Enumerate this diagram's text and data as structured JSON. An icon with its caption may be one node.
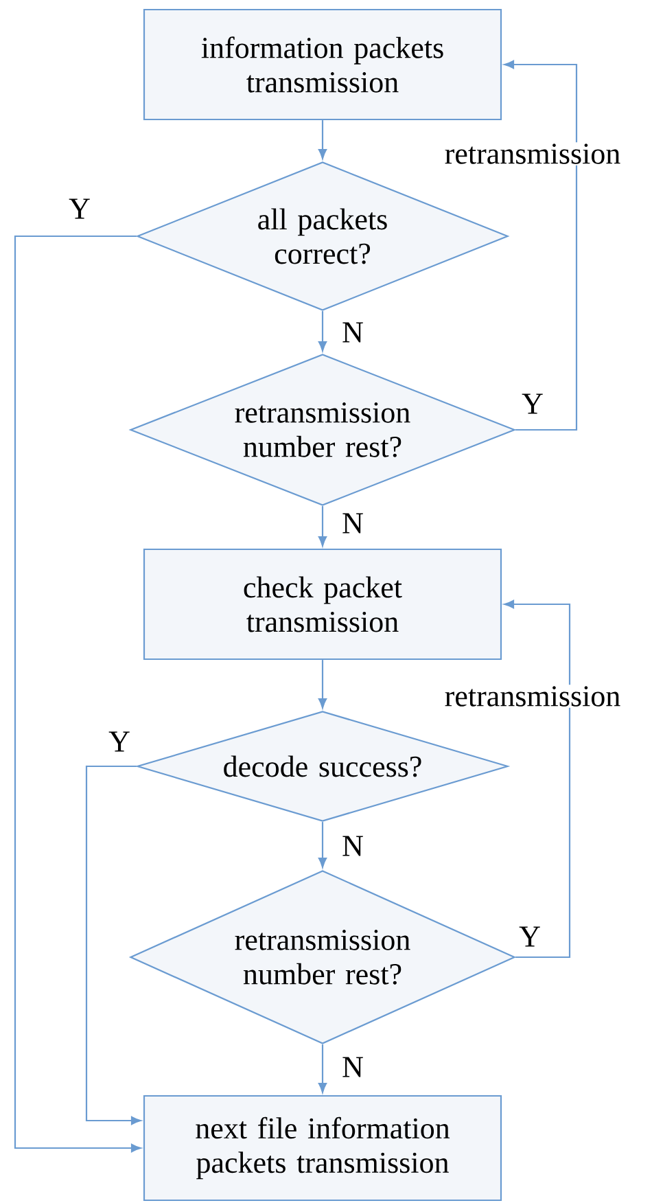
{
  "diagram": {
    "nodes": [
      {
        "text": [
          "information packets transmission"
        ]
      },
      {
        "text": [
          "all packets correct?"
        ]
      },
      {
        "text": [
          "retransmission number rest?"
        ]
      },
      {
        "text": [
          "check packet transmission"
        ]
      },
      {
        "text": [
          "decode success?"
        ]
      },
      {
        "text": [
          "retransmission number rest?"
        ]
      },
      {
        "text": [
          "next file information packets transmission"
        ]
      }
    ],
    "edges": [
      {
        "from": 0,
        "to": 1,
        "arrow": "to"
      },
      {
        "from": 1,
        "to": 2,
        "arrow": "to",
        "label": "N"
      },
      {
        "from": 2,
        "to": 0,
        "arrow": "to",
        "label": "Y"
      },
      {
        "from": 1,
        "to": 6,
        "arrow": "to",
        "label": "Y"
      },
      {
        "from": 2,
        "to": 3,
        "arrow": "to",
        "label": "N"
      },
      {
        "from": 3,
        "to": 4,
        "arrow": "to"
      },
      {
        "from": 4,
        "to": 5,
        "arrow": "to",
        "label": "N"
      },
      {
        "from": 5,
        "to": 3,
        "arrow": "to",
        "label": "Y"
      },
      {
        "from": 4,
        "to": 6,
        "arrow": "to",
        "label": "Y"
      },
      {
        "from": 5,
        "to": 6,
        "arrow": "to",
        "label": "N"
      }
    ],
    "labels": [
      "retransmission",
      "retransmission"
    ]
  }
}
